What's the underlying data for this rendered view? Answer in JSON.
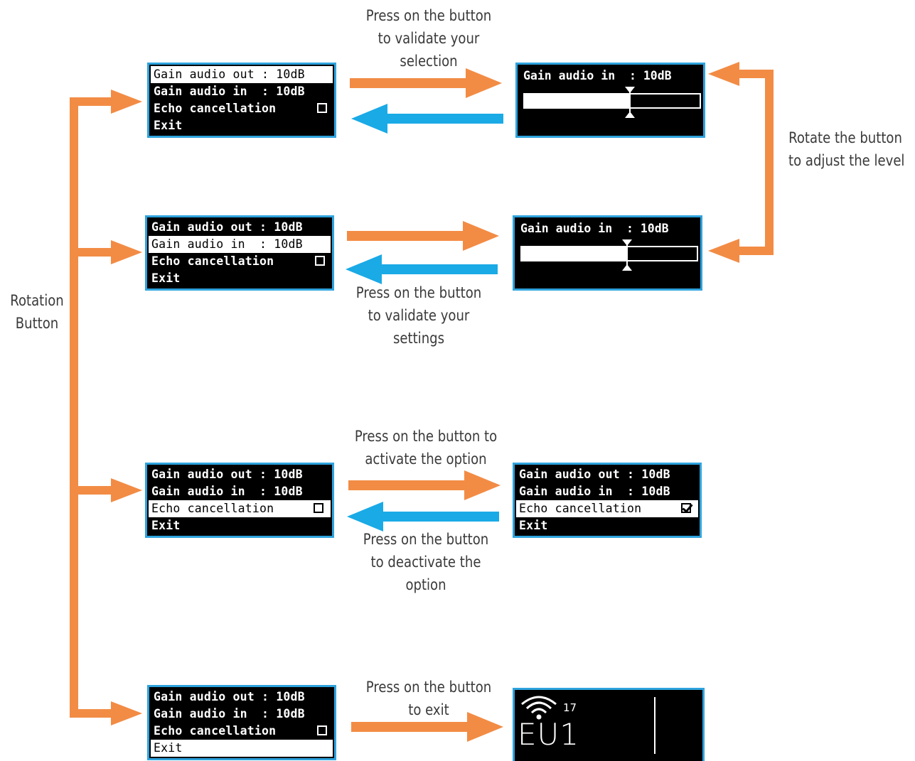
{
  "colors": {
    "forward_arrow": "#f28c45",
    "back_arrow": "#1aaae6",
    "screen_border": "#2ea3dd"
  },
  "captions": {
    "validate_selection": [
      "Press on the button",
      "to validate your",
      "selection"
    ],
    "rotate_adjust": [
      "Rotate the button",
      "to adjust the level"
    ],
    "validate_settings": [
      "Press on the button",
      "to validate your",
      "settings"
    ],
    "activate_option": [
      "Press on the button to",
      "activate the option"
    ],
    "deactivate_option": [
      "Press on the button",
      "to deactivate the",
      "option"
    ],
    "exit": [
      "Press on the button",
      "to exit"
    ],
    "rotation_button": [
      "Rotation",
      "Button"
    ]
  },
  "menu": {
    "gain_out": "Gain audio out : 10dB",
    "gain_in": "Gain audio in  : 10dB",
    "echo": "Echo cancellation",
    "exit": "Exit"
  },
  "level_screen": {
    "title": "Gain audio in  : 10dB",
    "level_fraction": 0.6
  },
  "home_screen": {
    "signal_icon": "wifi-signal-icon",
    "signal_value": "17",
    "channel": "EU1"
  }
}
